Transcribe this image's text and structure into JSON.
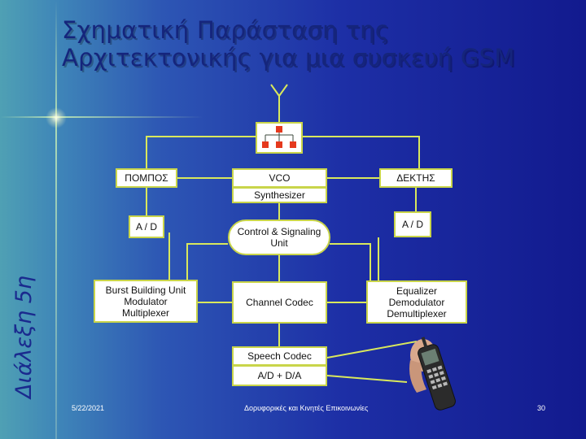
{
  "slide": {
    "title_line1": "Σχηματική Παράσταση της",
    "title_line2": "Αρχιτεκτονικής για μια συσκευή GSM",
    "side_label": "Διάλεξη 5η",
    "colors": {
      "box_border": "#c9d54a",
      "connector": "#d9e85c",
      "title": "#15257c",
      "background_right": "#121a8e"
    }
  },
  "diagram": {
    "tx": "ΠΟΜΠΟΣ",
    "vco": "VCO",
    "synthesizer": "Synthesizer",
    "rx": "ΔΕΚΤΗΣ",
    "ad_left": "A / D",
    "control_line1": "Control & Signaling",
    "control_line2": "Unit",
    "ad_right": "A / D",
    "burst_line1": "Burst Building Unit",
    "burst_line2": "Modulator",
    "burst_line3": "Multiplexer",
    "channel_codec": "Channel Codec",
    "eq_line1": "Equalizer",
    "eq_line2": "Demodulator",
    "eq_line3": "Demultiplexer",
    "speech_codec": "Speech Codec",
    "ad_da": "A/D  +  D/A",
    "antenna_icon": "antenna-icon",
    "switch_icon": "duplexer-switch-icon",
    "phone_icon": "mobile-phone-icon"
  },
  "footer": {
    "date": "5/22/2021",
    "course": "Δορυφορικές και Κινητές Επικοινωνίες",
    "page": "30"
  }
}
